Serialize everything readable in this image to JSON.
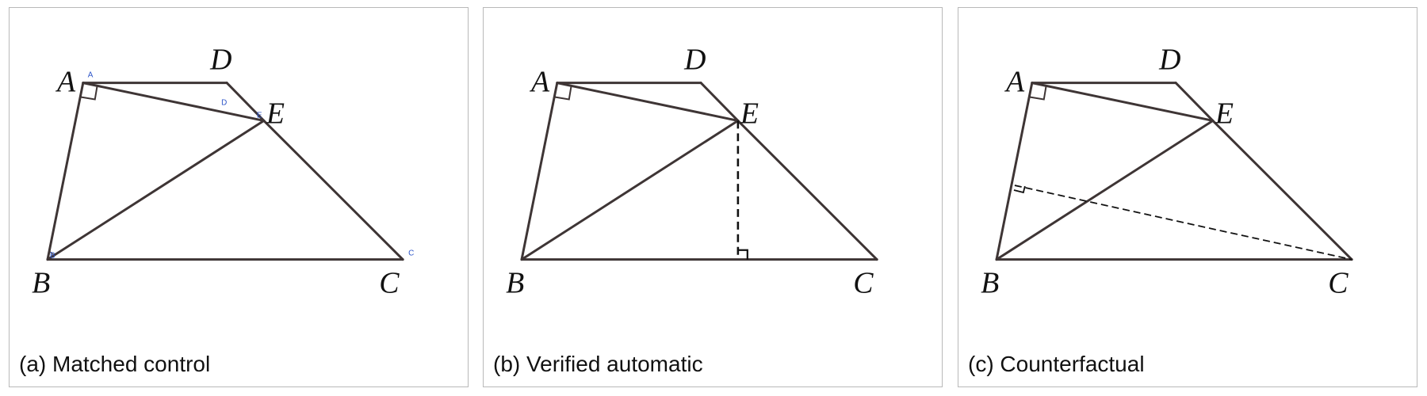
{
  "panels": [
    {
      "caption": "(a) Matched control",
      "labels": {
        "A": "A",
        "B": "B",
        "C": "C",
        "D": "D",
        "E": "E"
      },
      "annotations": {
        "A": "A",
        "B": "B",
        "C": "C",
        "D": "D",
        "E": "E"
      }
    },
    {
      "caption": "(b) Verified automatic",
      "labels": {
        "A": "A",
        "B": "B",
        "C": "C",
        "D": "D",
        "E": "E"
      }
    },
    {
      "caption": "(c) Counterfactual",
      "labels": {
        "A": "A",
        "B": "B",
        "C": "C",
        "D": "D",
        "E": "E"
      }
    }
  ]
}
